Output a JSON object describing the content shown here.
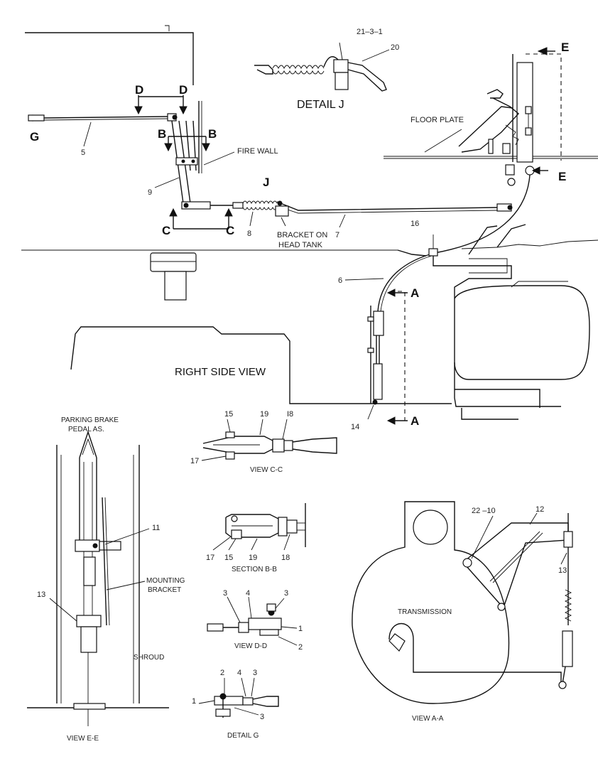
{
  "labels": {
    "floor_plate": "FLOOR PLATE",
    "fire_wall": "FIRE WALL",
    "bracket_on_head_tank": "BRACKET ON HEAD TANK",
    "bracket_line1": "BRACKET ON",
    "bracket_line2": "HEAD TANK",
    "right_side_view": "RIGHT SIDE VIEW",
    "detail_j": "DETAIL J",
    "view_cc": "VIEW C-C",
    "section_bb": "SECTION B-B",
    "view_dd": "VIEW D-D",
    "detail_g": "DETAIL G",
    "view_ee": "VIEW E-E",
    "view_aa": "VIEW A-A",
    "parking_line1": "PARKING BRAKE",
    "parking_line2": "PEDAL AS.",
    "mounting_line1": "MOUNTING",
    "mounting_line2": "BRACKET",
    "shroud": "SHROUD",
    "transmission": "TRANSMISSION"
  },
  "section_markers": {
    "d": "D",
    "b": "B",
    "c": "C",
    "a": "A",
    "e": "E",
    "g": "G",
    "j": "J"
  },
  "part_numbers": {
    "p1": "1",
    "p2": "2",
    "p3": "3",
    "p4": "4",
    "p5": "5",
    "p6": "6",
    "p7": "7",
    "p8": "8",
    "p9": "9",
    "p11": "11",
    "p12": "12",
    "p13": "13",
    "p14": "14",
    "p15": "15",
    "p16": "16",
    "p17": "17",
    "p18": "18",
    "p19": "19",
    "p20": "20",
    "p21_3_1": "21–3–1",
    "p22_10": "22 –10",
    "p18_alt": "I8"
  }
}
